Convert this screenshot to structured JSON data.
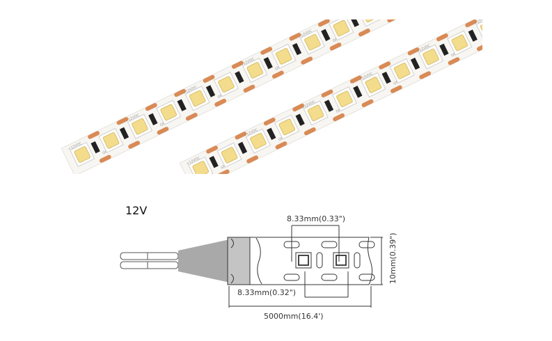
{
  "photo": {
    "strip_marking_v": "+12VDC",
    "strip_marking_gnd": "GND"
  },
  "drawing": {
    "voltage_label": "12V",
    "led_pitch_top": "8.33mm(0.33\")",
    "led_pitch_bottom": "8.33mm(0.32\")",
    "height_label": "10mm(0.39\")",
    "length_label": "5000mm(16.4')"
  },
  "colors": {
    "pcb": "#f7f6f2",
    "led": "#f3dc8c",
    "pad": "#d98a55",
    "resistor": "#222222",
    "line": "#333333"
  }
}
